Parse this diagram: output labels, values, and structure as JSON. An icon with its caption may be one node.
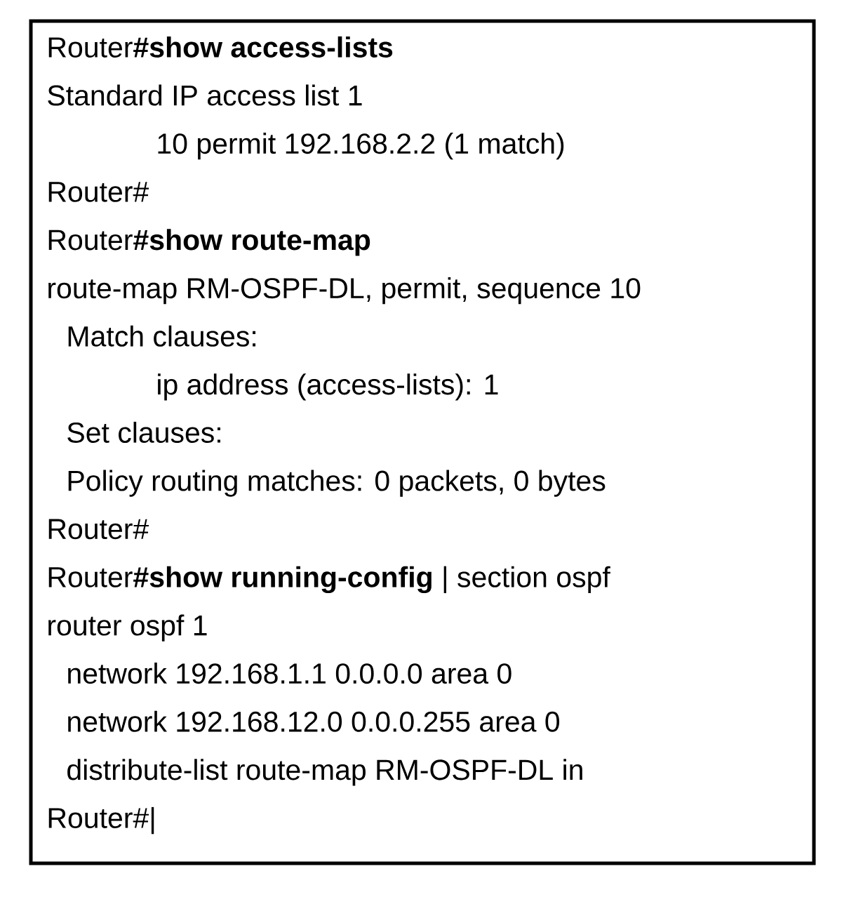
{
  "diagram": {
    "nodes": [
      {
        "text": [
          "Router**#show access-lists**",
          "Standard IP access list 1",
          "10 permit 192.168.2.2 (1 match)",
          "Router#",
          "Router**#show route-map**",
          "route-map RM-OSPF-DL, permit, sequence 10",
          "Match clauses:",
          "ip address (access-lists): 1",
          "Set clauses:",
          "Policy routing matches: 0 packets, 0 bytes",
          "Router#",
          "Router**#show running-config** | section ospf",
          "router ospf 1",
          "network 192.168.1.1 0.0.0.0 area 0",
          "network 192.168.12.0 0.0.0.255 area 0",
          "distribute-list route-map RM-OSPF-DL in",
          "Router#|"
        ]
      }
    ]
  }
}
